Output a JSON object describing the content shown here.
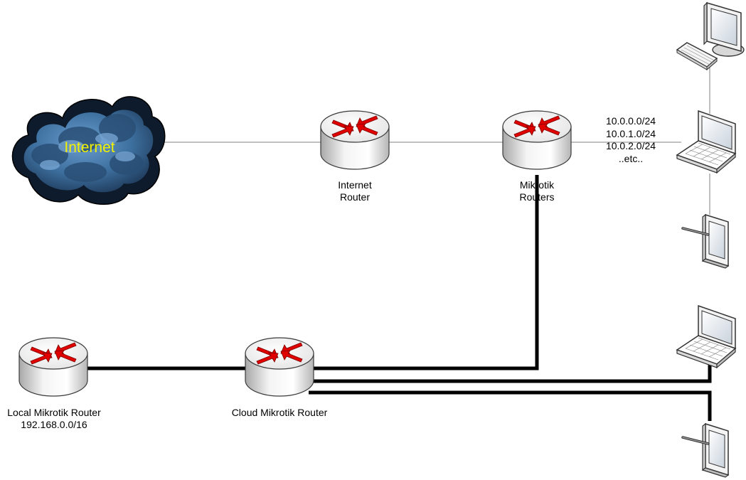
{
  "cloud": {
    "label": "Internet",
    "label_color": "#f2f200"
  },
  "routers": {
    "internet": {
      "line1": "Internet",
      "line2": "Router"
    },
    "mikrotik": {
      "line1": "Mikrotik",
      "line2": "Routers"
    },
    "local": {
      "line1": "Local Mikrotik Router",
      "line2": "192.168.0.0/16"
    },
    "cloud_router": {
      "line1": "Cloud Mikrotik Router"
    }
  },
  "subnets": [
    "10.0.0.0/24",
    "10.0.1.0/24",
    "10.0.2.0/24",
    "..etc.."
  ],
  "colors": {
    "arrow": "#e00000",
    "thick_link": "#000000",
    "thin_link": "#808080",
    "cloud_dark": "#0c1a2a",
    "cloud_mid": "#4f86b8"
  },
  "devices": [
    "desktop-computer",
    "laptop",
    "tablet",
    "laptop",
    "tablet"
  ]
}
